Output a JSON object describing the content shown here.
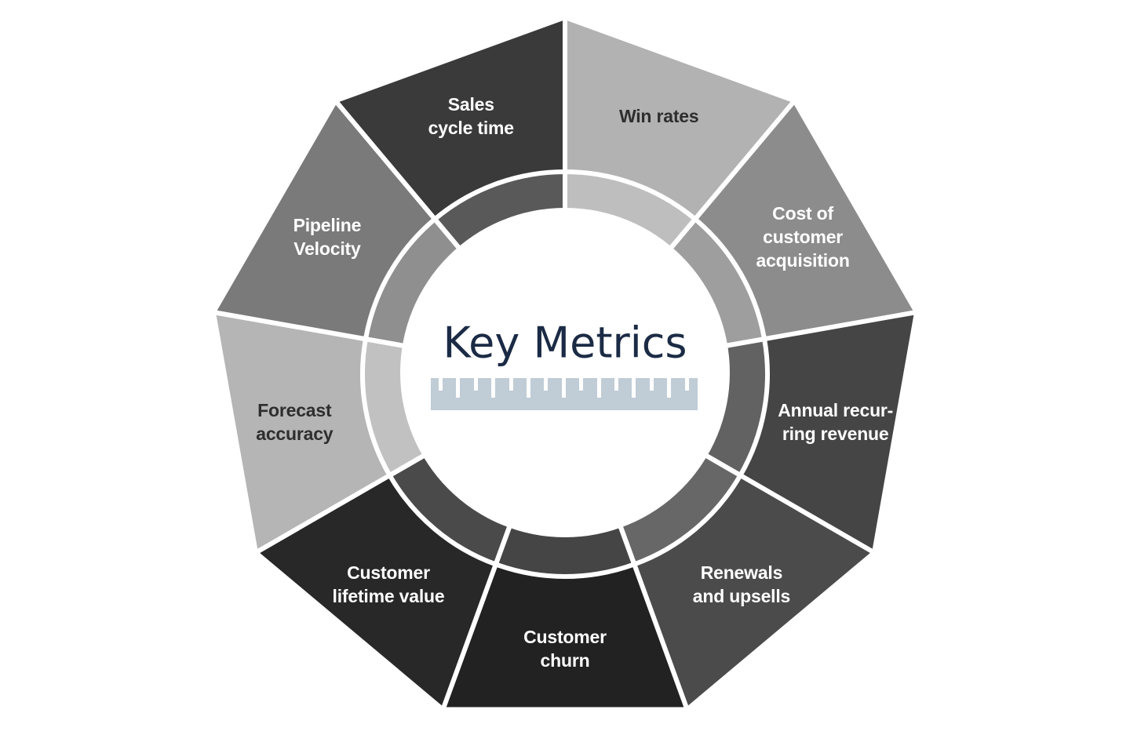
{
  "title": "Key Metrics",
  "segments": [
    {
      "lines": [
        "Win rates"
      ],
      "color": "#b2b2b2",
      "text_color": "#2e2e2e"
    },
    {
      "lines": [
        "Cost of",
        "customer",
        "acquisition"
      ],
      "color": "#8c8c8c",
      "text_color": "#ffffff"
    },
    {
      "lines": [
        "Annual recur-",
        "ring revenue"
      ],
      "color": "#454545",
      "text_color": "#ffffff"
    },
    {
      "lines": [
        "Renewals",
        "and upsells"
      ],
      "color": "#4b4b4b",
      "text_color": "#ffffff"
    },
    {
      "lines": [
        "Customer",
        "churn"
      ],
      "color": "#222222",
      "text_color": "#ffffff"
    },
    {
      "lines": [
        "Customer",
        "lifetime value"
      ],
      "color": "#282828",
      "text_color": "#ffffff"
    },
    {
      "lines": [
        "Forecast",
        "accuracy"
      ],
      "color": "#b5b5b5",
      "text_color": "#2e2e2e"
    },
    {
      "lines": [
        "Pipeline",
        "Velocity"
      ],
      "color": "#7a7a7a",
      "text_color": "#ffffff"
    },
    {
      "lines": [
        "Sales",
        "cycle time"
      ],
      "color": "#3a3a3a",
      "text_color": "#ffffff"
    }
  ],
  "center_color": "#ffffff",
  "title_color": "#1b2b45",
  "ruler_color": "#c0ccd6",
  "ruler_icon": "ruler-icon"
}
